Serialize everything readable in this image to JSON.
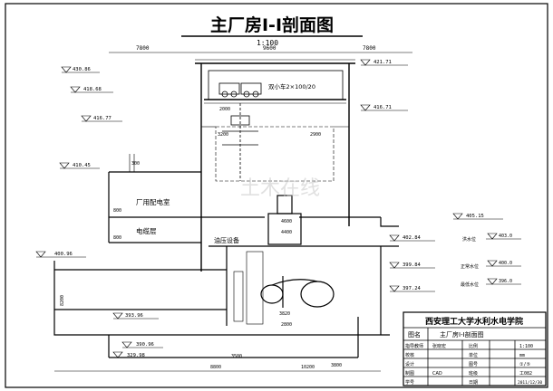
{
  "title": "主厂房Ⅰ-Ⅰ剖面图",
  "scale": "1:100",
  "top_dims": {
    "left": "7800",
    "mid": "9600",
    "right": "7800"
  },
  "elevations_left": [
    "430.86",
    "418.68",
    "416.77",
    "410.45",
    "400.96",
    "393.96",
    "390.96",
    "329.98"
  ],
  "elevations_right": [
    "421.71",
    "416.71",
    "405.15",
    "402.84",
    "399.84",
    "397.24"
  ],
  "rooms": {
    "crane": "双小车2×100/20",
    "switch_room": "厂用配电室",
    "cable": "电缆层",
    "oil": "油压设备"
  },
  "dims_misc": [
    "2000",
    "3200",
    "2900",
    "300",
    "800",
    "800",
    "4600",
    "4400",
    "3820",
    "2800",
    "3500",
    "8200",
    "3800",
    "10200",
    "8800"
  ],
  "water_levels": [
    {
      "label": "洪水位",
      "value": "403.0"
    },
    {
      "label": "正常水位",
      "value": "400.0"
    },
    {
      "label": "最低水位",
      "value": "396.0"
    }
  ],
  "title_block": {
    "school": "西安理工大学水利水电学院",
    "drawing_name_label": "图名",
    "drawing_name": "主厂房Ⅰ-Ⅰ剖面图",
    "rows": [
      [
        "指导教师",
        "张晓宏",
        "比例",
        "1:100"
      ],
      [
        "校核",
        "",
        "单位",
        "mm"
      ],
      [
        "设计",
        "",
        "图号",
        "①/⑤"
      ],
      [
        "制图",
        "CAD",
        "班级",
        "工082"
      ],
      [
        "学号",
        "",
        "日期",
        "2011/12/30"
      ]
    ]
  },
  "watermark": "土木在线"
}
